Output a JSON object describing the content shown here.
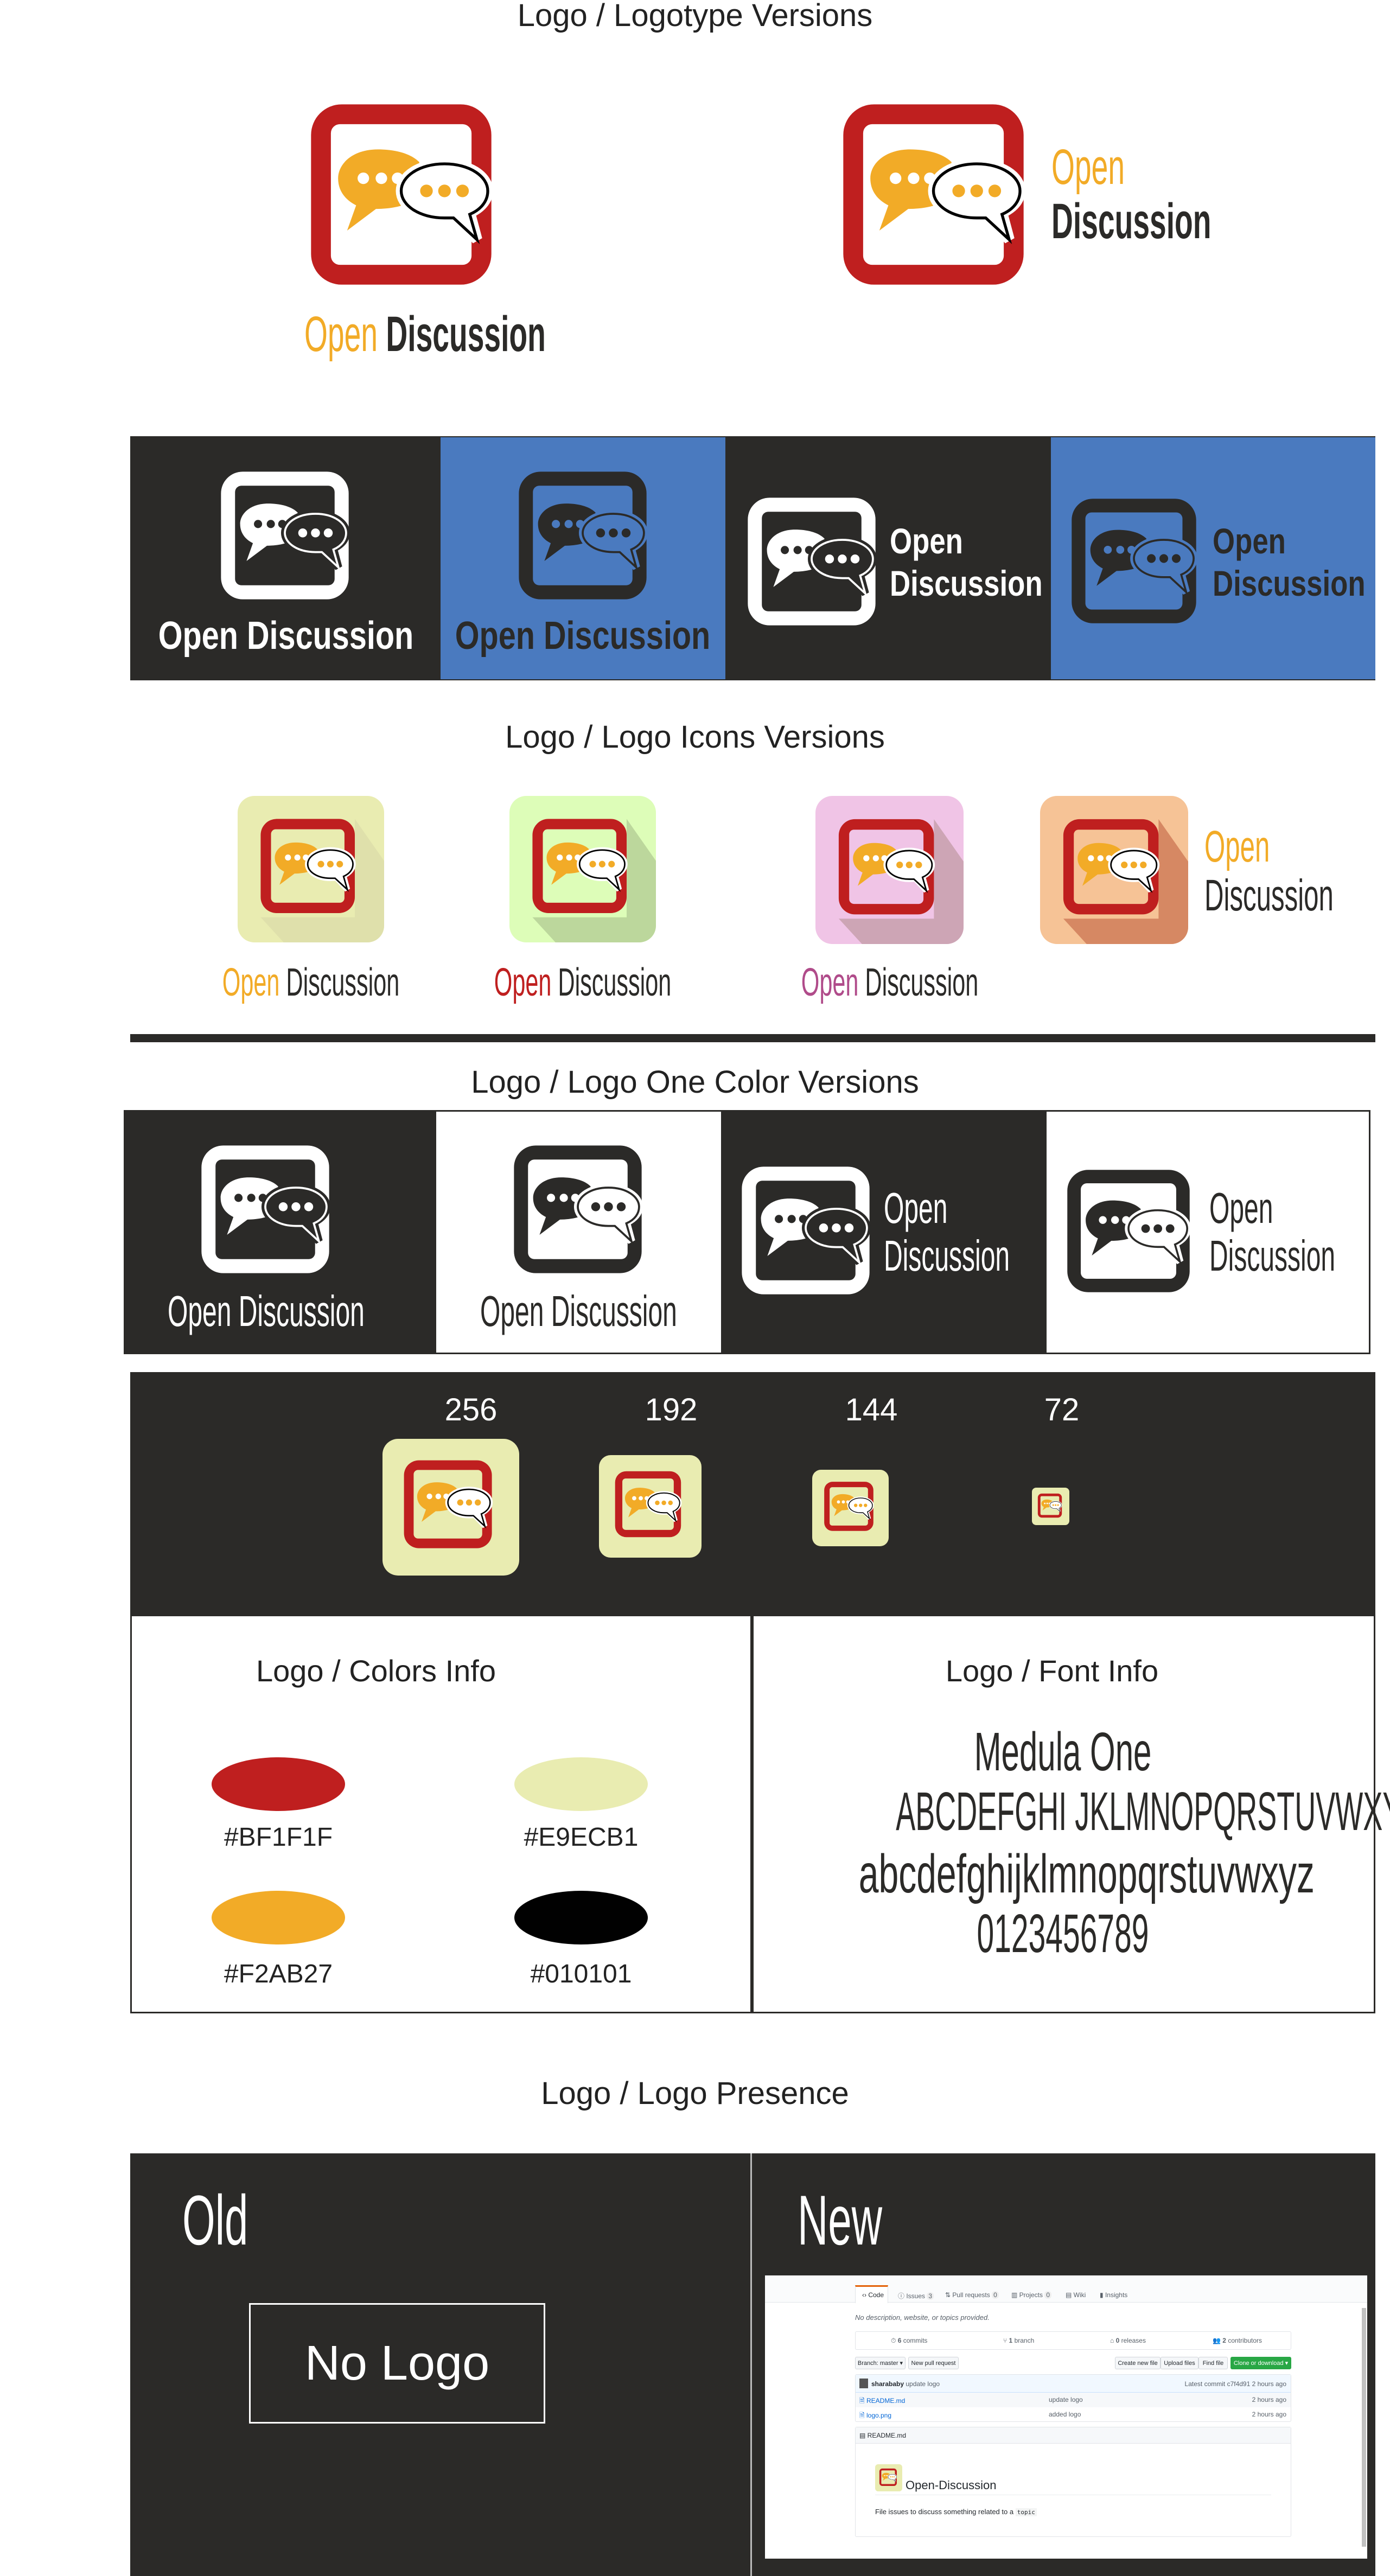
{
  "colors": {
    "red": "#BF1F1F",
    "cream": "#E9ECB1",
    "orange": "#F2AB27",
    "black": "#010101",
    "dark": "#2B2A28",
    "blue": "#4A7ABF",
    "white": "#FFFFFF",
    "magenta": "#B04B8A"
  },
  "brand": {
    "open": "Open",
    "discussion": "Discussion",
    "full": "Open Discussion"
  },
  "sections": {
    "logotype": "Logo / Logotype Versions",
    "icons": "Logo / Logo Icons Versions",
    "one_color": "Logo / Logo One Color Versions",
    "colors": "Logo / Colors Info",
    "font": "Logo / Font Info",
    "presence": "Logo / Logo Presence"
  },
  "icon_tiles": [
    {
      "bg": "#E9ECB1",
      "shadow": "#DFE0AB",
      "open_color": "#F2AB27"
    },
    {
      "bg": "#DDFDB8",
      "shadow": "#BCD79C",
      "open_color": "#BF1F1F"
    },
    {
      "bg": "#F0C4E6",
      "shadow": "#CDA5B5",
      "open_color": "#B04B8A"
    },
    {
      "bg": "#F6C396",
      "shadow": "#D68863",
      "open_color": "#F2AB27"
    }
  ],
  "sizes": [
    "256",
    "192",
    "144",
    "72"
  ],
  "palette": [
    {
      "hex": "#BF1F1F",
      "color": "#BF1F1F"
    },
    {
      "hex": "#E9ECB1",
      "color": "#E9ECB1"
    },
    {
      "hex": "#F2AB27",
      "color": "#F2AB27"
    },
    {
      "hex": "#010101",
      "color": "#010101"
    }
  ],
  "font_info": {
    "name": "Medula One",
    "upper": "ABCDEFGHI JKLMNOPQRSTUVWXYZ",
    "lower": "abcdefghijklmnopqrstuvwxyz",
    "digits": "0123456789"
  },
  "presence": {
    "old": "Old",
    "new": "New",
    "no_logo": "No Logo"
  },
  "github": {
    "tabs": [
      {
        "label": "Code",
        "icon": "code-icon"
      },
      {
        "label": "Issues",
        "count": "3"
      },
      {
        "label": "Pull requests",
        "count": "0"
      },
      {
        "label": "Projects",
        "count": "0"
      },
      {
        "label": "Wiki"
      },
      {
        "label": "Insights"
      }
    ],
    "description": "No description, website, or topics provided.",
    "stats": [
      {
        "num": "6",
        "label": "commits"
      },
      {
        "num": "1",
        "label": "branch"
      },
      {
        "num": "0",
        "label": "releases"
      },
      {
        "num": "2",
        "label": "contributors"
      }
    ],
    "branch_button": "Branch: master ▾",
    "new_pr": "New pull request",
    "create_file": "Create new file",
    "upload": "Upload files",
    "find": "Find file",
    "clone": "Clone or download ▾",
    "commit_user": "sharababy",
    "commit_msg": "update logo",
    "latest_commit": "Latest commit c7f4d91 2 hours ago",
    "files": [
      {
        "name": "README.md",
        "msg": "update logo",
        "age": "2 hours ago"
      },
      {
        "name": "logo.png",
        "msg": "added logo",
        "age": "2 hours ago"
      }
    ],
    "readme_header": "README.md",
    "readme_title": "Open-Discussion",
    "readme_text": "File issues to discuss something related to a",
    "readme_code": "topic"
  }
}
